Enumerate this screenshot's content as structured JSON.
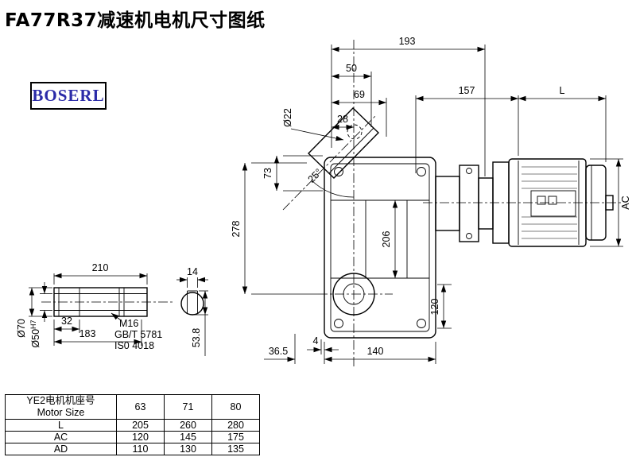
{
  "page": {
    "title": "FA77R37减速机电机尺寸图纸",
    "brand": "BOSERL"
  },
  "drawing": {
    "dims": {
      "top_width": "193",
      "w50": "50",
      "w69": "69",
      "w28": "28",
      "hole_dia": "Ø22",
      "angle": "25°",
      "h73": "73",
      "h278": "278",
      "h206": "206",
      "h120": "120",
      "adapter_len": "157",
      "motor_len": "L",
      "motor_dia": "AC",
      "w4": "4",
      "w36_5": "36.5",
      "w140": "140"
    },
    "shaft": {
      "len210": "210",
      "key14": "14",
      "dia70": "Ø70",
      "dia50": "Ø50",
      "tol": "H7",
      "w32": "32",
      "len183": "183",
      "thread": "M16",
      "std1": "GB/T 5781",
      "std2": "IS0 4018",
      "key_depth": "53.8"
    }
  },
  "table": {
    "header_cn": "YE2电机机座号",
    "header_en": "Motor Size",
    "sizes": [
      "63",
      "71",
      "80"
    ],
    "rows": [
      {
        "label": "L",
        "values": [
          "205",
          "260",
          "280"
        ]
      },
      {
        "label": "AC",
        "values": [
          "120",
          "145",
          "175"
        ]
      },
      {
        "label": "AD",
        "values": [
          "110",
          "130",
          "135"
        ]
      }
    ]
  }
}
